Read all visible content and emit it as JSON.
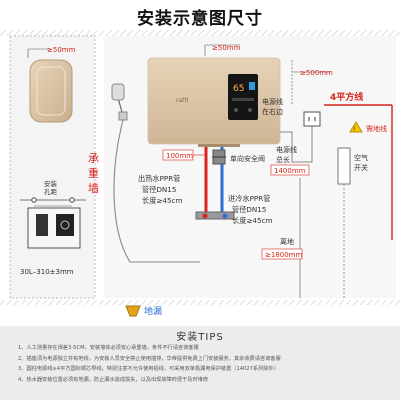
{
  "title": "安装示意图尺寸",
  "labels": {
    "left_clearance": "≥50mm",
    "top_clearance": "≥50mm",
    "ceiling_clearance": "≥500mm",
    "wall": "承重墙",
    "mount_holes": "安装\n孔距",
    "mount_holes_value": "30L–310±3mm",
    "pipe_offset": "100mm",
    "check_valve": "单向安全阀",
    "hot_pipe": "出热水PPR管\n管径DN15\n长度≥45cm",
    "cold_pipe": "进冷水PPR管\n管径DN15\n长度≥45cm",
    "cord_right": "电源线\n在右边",
    "cord_length": "电源线\n总长",
    "cord_length_value": "1400mm",
    "floor_distance": "离地",
    "floor_distance_value": "≥1800mm",
    "wire_spec": "4平方线",
    "ground_wire": "需地线",
    "breaker": "空气\n开关",
    "floor_drain": "地漏"
  },
  "product": {
    "brand": "ratti"
  },
  "tips": {
    "title": "安装TIPS",
    "items": [
      "1、人工测量存在误差3-5CM，安装墙体必须安心承重墙，条件不行请咨询客服",
      "2、插座须为电源独立并有地线，为安装人员安全禁止使用插排，华帝提供免费上门安装服务，其余收费请咨询客服",
      "3、圆柱电源线≥4平方国标铜芯导线，特别注意不允许使用铝线，可采用双单极漏电保护装置（14027系列除外）",
      "4、热水器安装位置必须有地漏，防止漏水造成损失，以及出现故障时便于及时维修"
    ]
  },
  "colors": {
    "heater_body": "#d9c2a5",
    "hot_pipe": "#d9241b",
    "cold_pipe": "#2b6fd6",
    "dimension_red": "#d9241b",
    "wall_green": "#2e8b57"
  }
}
